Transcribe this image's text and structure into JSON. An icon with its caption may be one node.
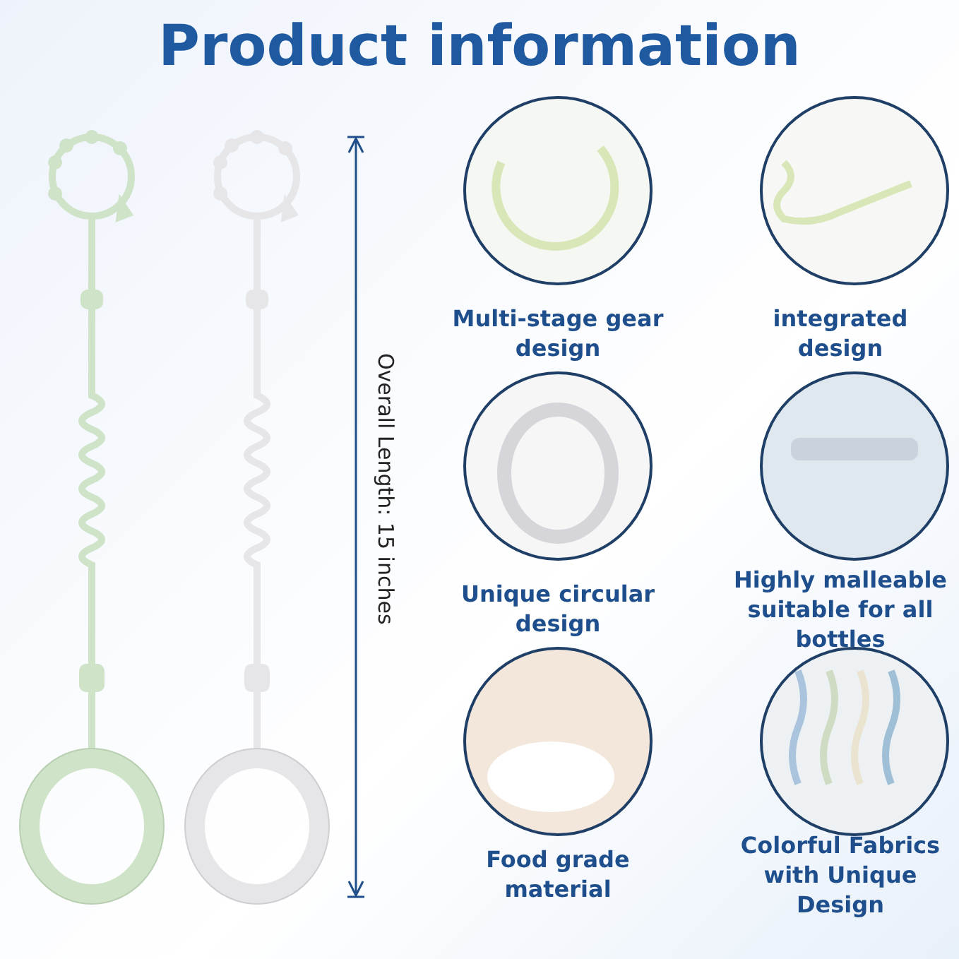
{
  "diagram": {
    "title": "Product information",
    "labels": [
      "Overall Length: 15 inches",
      "Multi-stage gear design",
      "integrated design",
      "Unique circular design",
      "Highly malleable suitable for all bottles",
      "Food grade material",
      "Colorful Fabrics with Unique Design"
    ]
  }
}
